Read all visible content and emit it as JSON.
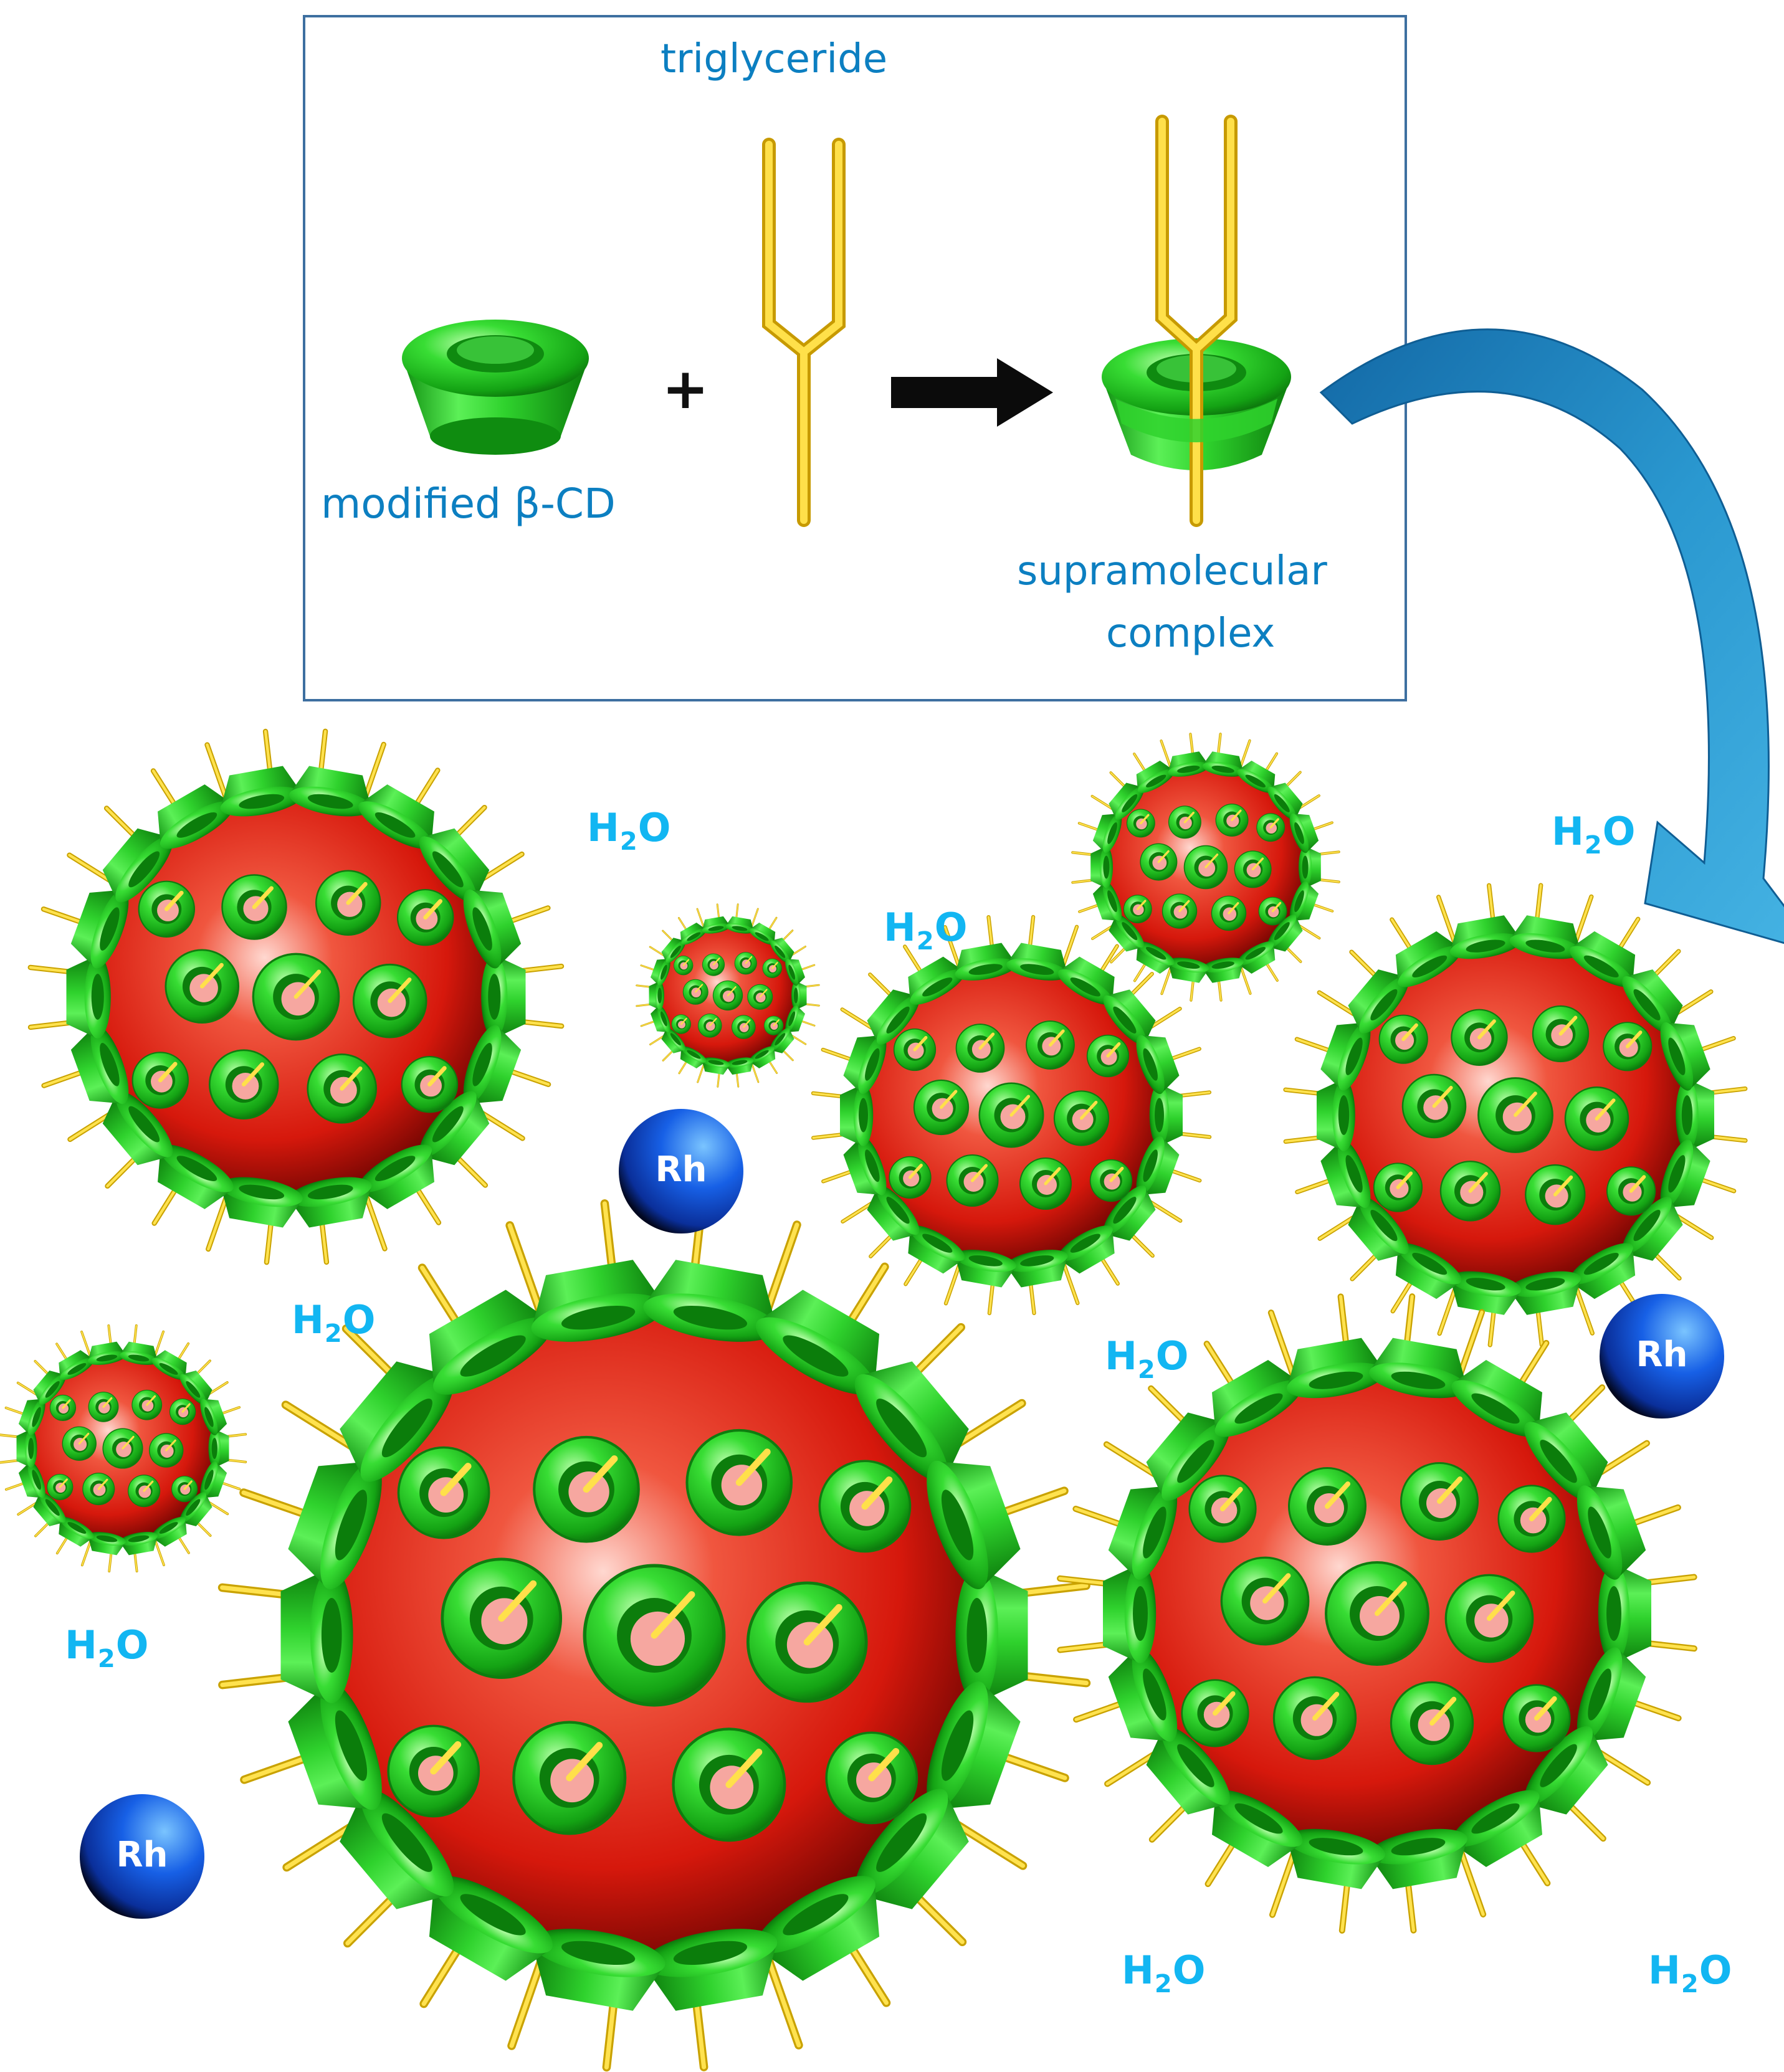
{
  "inset": {
    "triglyceride_label": "triglyceride",
    "cd_label": "modified β-CD",
    "plus_sign": "+",
    "complex_label_line1": "supramolecular",
    "complex_label_line2": "complex"
  },
  "water_label": {
    "main": "H",
    "sub": "2",
    "end": "O"
  },
  "rh_label": "Rh",
  "colors": {
    "cyclodextrin": "#1fc61f",
    "oil_core": "#e01a10",
    "triglyceride": "#f2c718",
    "inset_text": "#0c7fc1",
    "water_text": "#12b6f2",
    "rh_sphere": "#1454d8",
    "curved_arrow": "#1a86c0",
    "box_border": "#3d6fa0"
  }
}
